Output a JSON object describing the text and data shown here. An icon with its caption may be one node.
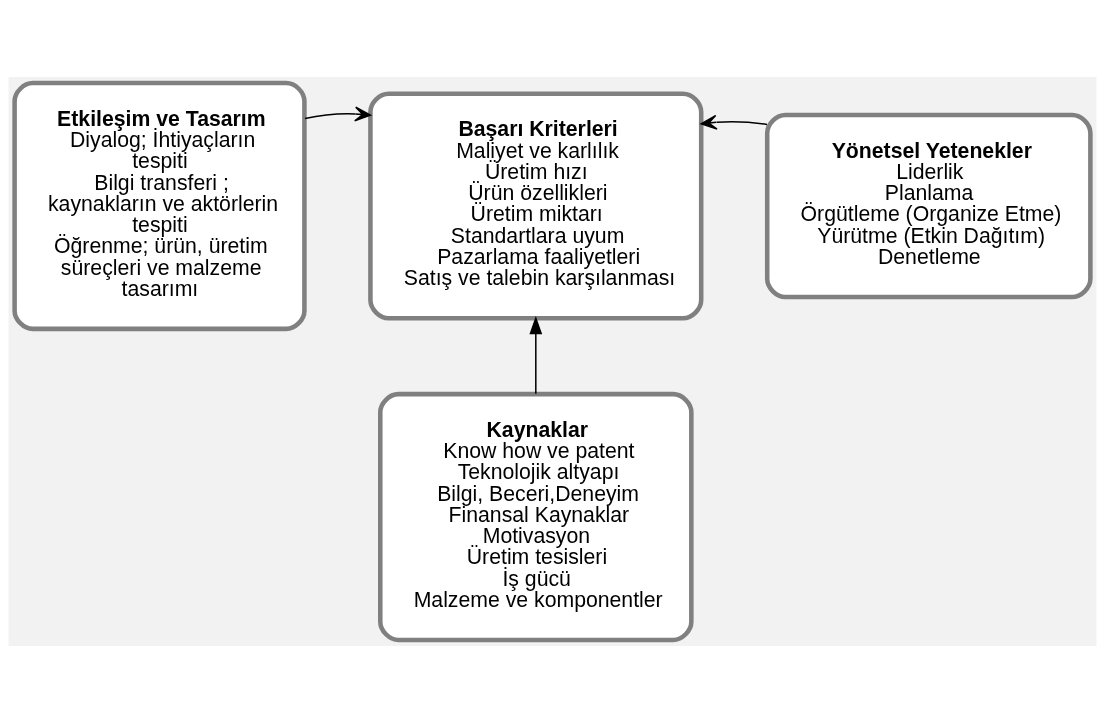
{
  "diagram": {
    "nodes": [
      {
        "text": [
          "Başarı Kriterleri",
          "Maliyet ve karlılık",
          "Üretim hızı",
          "Ürün özellikleri",
          "Üretim miktarı",
          "Standartlara uyum",
          "Pazarlama faaliyetleri",
          "Satış ve talebin karşılanması"
        ]
      },
      {
        "text": [
          "Etkileşim ve Tasarım",
          "Diyalog; İhtiyaçların tespiti",
          "Bilgi transferi ; kaynakların ve aktörlerin tespiti",
          "Öğrenme; ürün, üretim süreçleri ve malzeme tasarımı"
        ]
      },
      {
        "text": [
          "Yönetsel Yetenekler",
          "Liderlik",
          "Planlama",
          "Örgütleme (Organize Etme)",
          "Yürütme (Etkin Dağıtım)",
          "Denetleme"
        ]
      },
      {
        "text": [
          "Kaynaklar",
          "Know how ve patent",
          "Teknolojik altyapı",
          "Bilgi, Beceri,Deneyim",
          "Finansal Kaynaklar",
          "Motivasyon",
          "Üretim tesisleri",
          "İş gücü",
          "Malzeme ve komponentler"
        ]
      }
    ],
    "edges": [
      {
        "from": 1,
        "to": 0,
        "arrow": "to"
      },
      {
        "from": 2,
        "to": 0,
        "arrow": "to"
      },
      {
        "from": 3,
        "to": 0,
        "arrow": "to"
      }
    ]
  }
}
